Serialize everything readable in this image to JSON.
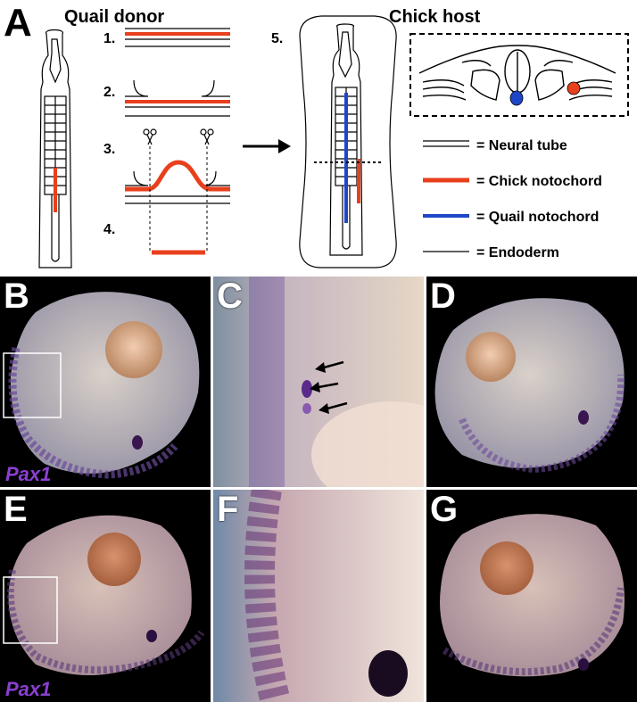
{
  "figure": {
    "panel_A": {
      "letter": "A",
      "donor_title": "Quail donor",
      "host_title": "Chick host",
      "steps": [
        "1.",
        "2.",
        "3.",
        "4.",
        "5."
      ],
      "legend": [
        {
          "label": "= Neural tube",
          "style": "double-line",
          "color": "#000000"
        },
        {
          "label": "= Chick notochord",
          "style": "thick-line",
          "color": "#e8401c"
        },
        {
          "label": "= Quail notochord",
          "style": "thick-line",
          "color": "#1f46c8"
        },
        {
          "label": "= Endoderm",
          "style": "thin-line",
          "color": "#000000"
        }
      ],
      "icons": [
        "scissors-icon",
        "scissors-icon",
        "arrow-right-icon"
      ]
    },
    "panels": [
      {
        "letter": "B",
        "gene": "Pax1"
      },
      {
        "letter": "C",
        "gene": ""
      },
      {
        "letter": "D",
        "gene": ""
      },
      {
        "letter": "E",
        "gene": "Pax1"
      },
      {
        "letter": "F",
        "gene": ""
      },
      {
        "letter": "G",
        "gene": ""
      }
    ],
    "colors": {
      "chick_notochord": "#e8401c",
      "quail_notochord": "#1f46c8",
      "pax1_label": "#8a3fd1"
    }
  }
}
